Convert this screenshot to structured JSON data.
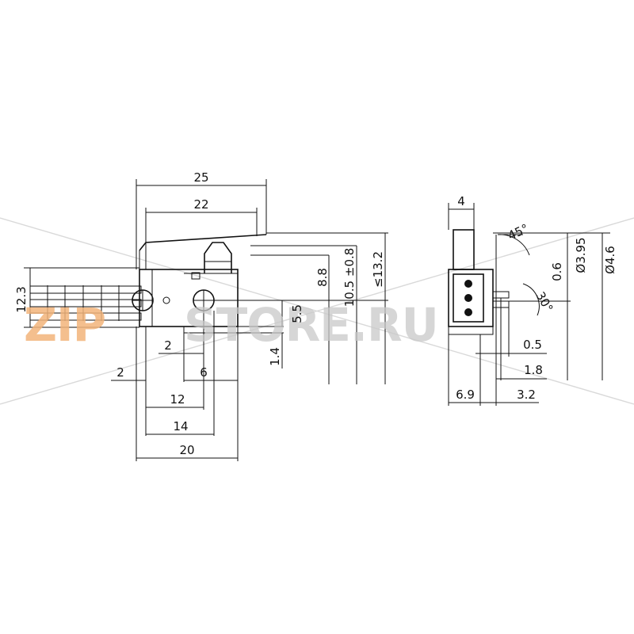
{
  "watermark": {
    "part1": "ZIP",
    "part2": "STORE.RU",
    "color1": "#f2b47a",
    "color2": "#c8c8c8"
  },
  "dimensions": {
    "d25": "25",
    "d22": "22",
    "d12_3": "12.3",
    "d8_8": "8.8",
    "d10_5": "10.5 ±0.8",
    "d13_2": "≤13.2",
    "d5_5": "5.5",
    "d1_4": "1.4",
    "d2a": "2",
    "d2b": "2",
    "d6": "6",
    "d12": "12",
    "d14": "14",
    "d20": "20",
    "d4": "4",
    "d45": "45°",
    "d3_95": "Ø3.95",
    "d4_6": "Ø4.6",
    "d0_6": "0.6",
    "d30": "30°",
    "d0_5": "0.5",
    "d1_8": "1.8",
    "d6_9": "6.9",
    "d3_2": "3.2"
  }
}
